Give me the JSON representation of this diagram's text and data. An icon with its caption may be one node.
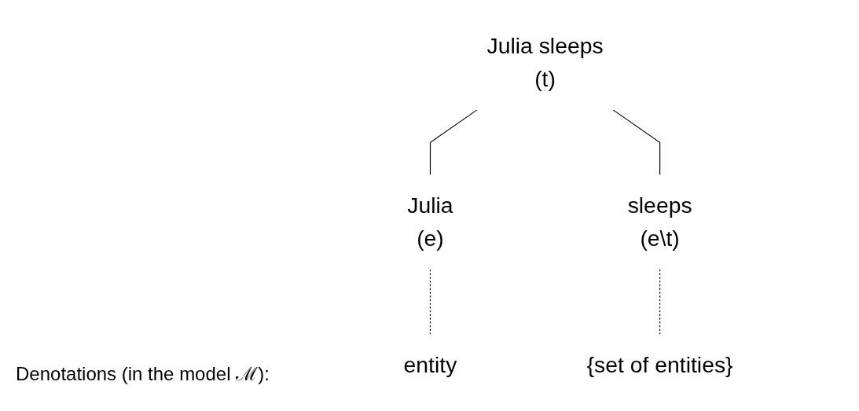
{
  "diagram": {
    "nodes": [
      {
        "text": [
          "Julia sleeps",
          "(t)"
        ]
      },
      {
        "text": [
          "Julia",
          "(e)"
        ]
      },
      {
        "text": [
          "sleeps",
          "(e\\t)"
        ]
      },
      {
        "text": [
          "entity"
        ]
      },
      {
        "text": [
          "{set of entities}"
        ]
      }
    ],
    "edges": [
      {
        "from": 0,
        "to": 1,
        "arrow": "none"
      },
      {
        "from": 0,
        "to": 2,
        "arrow": "none"
      },
      {
        "from": 1,
        "to": 3,
        "arrow": "none",
        "style": "dashed"
      },
      {
        "from": 2,
        "to": 4,
        "arrow": "none",
        "style": "dashed"
      }
    ],
    "labels": [
      "Denotations (in the model ℳ):"
    ]
  }
}
